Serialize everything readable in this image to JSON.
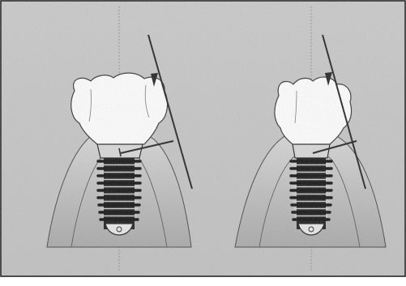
{
  "figure": {
    "panels": [
      {
        "id": "left",
        "crown": "wide"
      },
      {
        "id": "right",
        "crown": "narrow"
      }
    ],
    "colors": {
      "background": "#c6c6c6",
      "bone": "#b4b4b4",
      "crown": "#ffffff",
      "screw": "#151515",
      "line": "#222222",
      "frame": "#111111"
    }
  }
}
